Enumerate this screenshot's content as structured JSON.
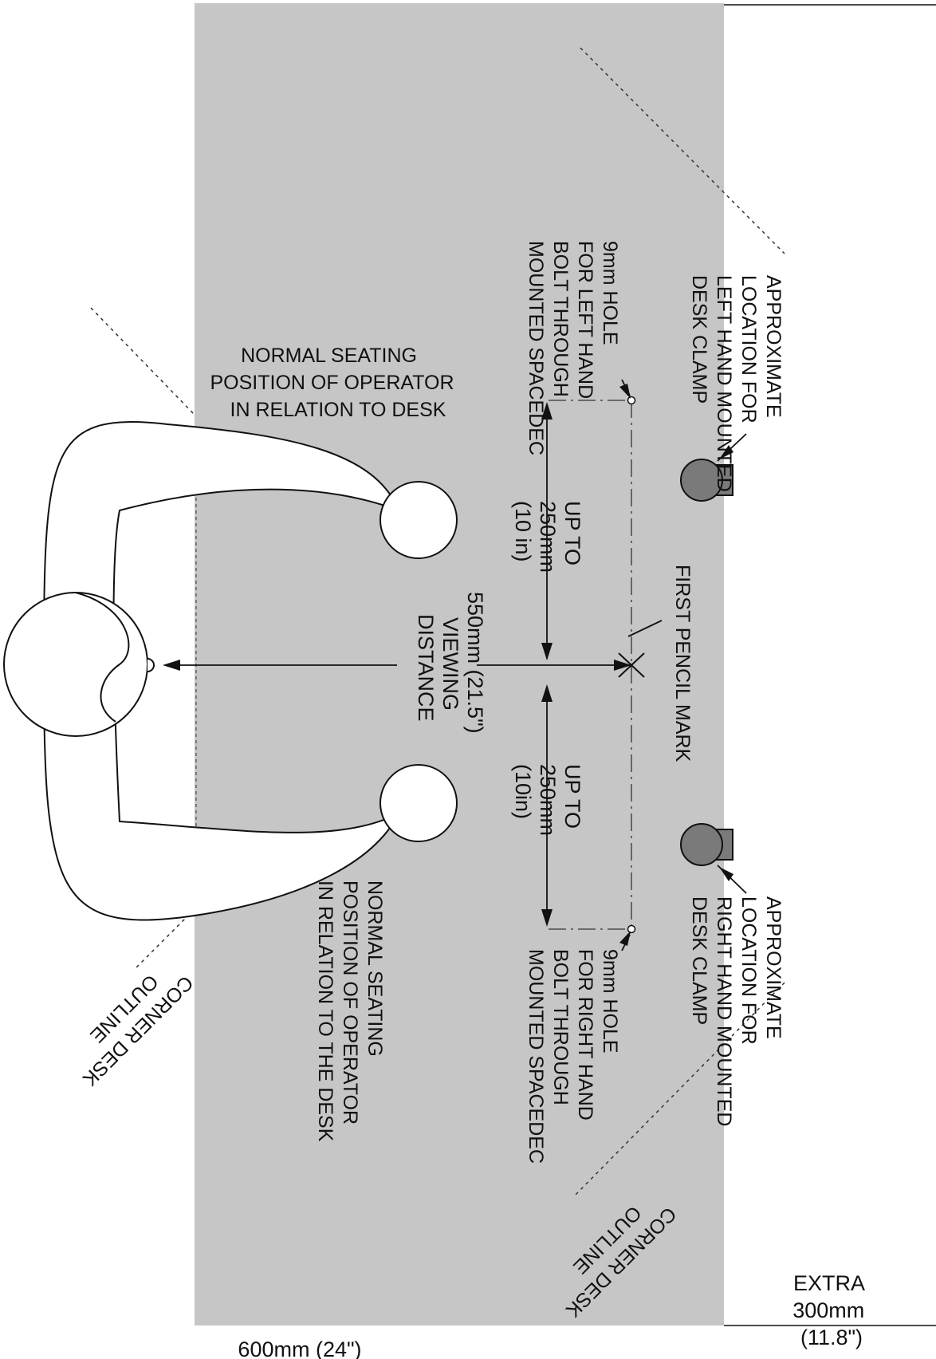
{
  "labels": {
    "left_clamp": [
      "APPROXIMATE",
      "LOCATION FOR",
      "LEFT HAND MOUNTED",
      "DESK CLAMP"
    ],
    "right_clamp": [
      "APPROXIMATE",
      "LOCATION FOR",
      "RIGHT HAND MOUNTED",
      "DESK CLAMP"
    ],
    "left_hole": [
      "9mm HOLE",
      "FOR LEFT HAND",
      "BOLT THROUGH",
      "MOUNTED SPACEDEC"
    ],
    "right_hole": [
      "9mm HOLE",
      "FOR RIGHT HAND",
      "BOLT THROUGH",
      "MOUNTED SPACEDEC"
    ],
    "first_pencil_mark": "FIRST PENCIL MARK",
    "up_to_left": [
      "UP TO",
      "250mm",
      "(10 in)"
    ],
    "up_to_right": [
      "UP TO",
      "250mm",
      "(10in)"
    ],
    "viewing_distance": [
      "550mm (21.5\")",
      "VIEWING",
      "DISTANCE"
    ],
    "seating_top": [
      "NORMAL SEATING",
      "POSITION OF OPERATOR",
      "IN RELATION TO DESK"
    ],
    "seating_bottom": [
      "NORMAL SEATING",
      "POSITION OF OPERATOR",
      "IN RELATION TO THE DESK"
    ],
    "corner_desk_left": [
      "CORNER DESK",
      "OUTLINE"
    ],
    "corner_desk_right": [
      "CORNER DESK",
      "OUTLINE"
    ],
    "desk_depth": "600mm (24\")",
    "extra": [
      "EXTRA",
      "300mm",
      "(11.8\")"
    ]
  },
  "colors": {
    "desk": "#c6c6c6",
    "clamp": "#7a7a7a",
    "line": "#111111",
    "operator_fill": "#ffffff"
  }
}
